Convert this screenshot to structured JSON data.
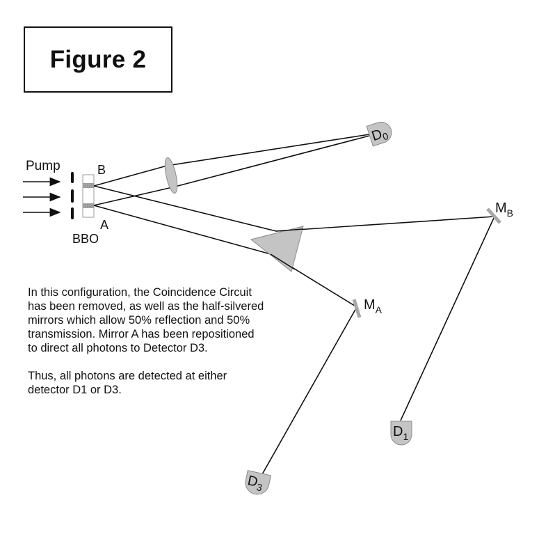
{
  "figure": {
    "title": "Figure 2"
  },
  "labels": {
    "pump": "Pump",
    "crystal": "BBO",
    "beam_b": "B",
    "beam_a": "A",
    "mirror_b": {
      "main": "M",
      "sub": "B"
    },
    "mirror_a": {
      "main": "M",
      "sub": "A"
    },
    "detector_0": {
      "main": "D",
      "sub": "0"
    },
    "detector_1": {
      "main": "D",
      "sub": "1"
    },
    "detector_3": {
      "main": "D",
      "sub": "3"
    }
  },
  "caption": {
    "paragraph_1": "In this configuration, the Coincidence Circuit has been removed, as well as the half-silvered mirrors which allow 50% reflection and 50% transmission. Mirror A has been repositioned to direct all photons to Detector D3.",
    "paragraph_2": "Thus, all photons are detected at either detector D1 or D3."
  },
  "colors": {
    "component_fill": "#c4c4c4",
    "component_stroke": "#8a8a8a",
    "line": "#111111"
  }
}
